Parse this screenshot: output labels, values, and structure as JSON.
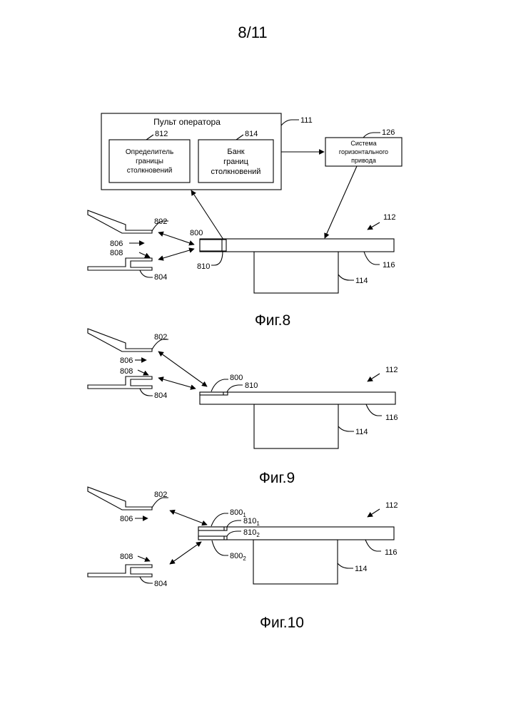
{
  "page_number": "8/11",
  "operator_console": {
    "title": "Пульт оператора",
    "ref": "111",
    "detector": {
      "ref": "812",
      "lines": [
        "Определитель",
        "границы",
        "столкновений"
      ]
    },
    "bank": {
      "ref": "814",
      "lines": [
        "Банк",
        "границ",
        "столкновений"
      ]
    }
  },
  "horizontal_drive": {
    "ref": "126",
    "lines": [
      "Система",
      "горизонтального",
      "привода"
    ]
  },
  "refs": {
    "upper_arm": "802",
    "lower_arm": "804",
    "upper_sensor": "806",
    "lower_sensor": "808",
    "object": "800",
    "object_edge": "810",
    "table": "112",
    "tabletop": "116",
    "base": "114"
  },
  "fig10_refs": {
    "object": "800",
    "edge": "810",
    "sub1": "1",
    "sub2": "2"
  },
  "captions": {
    "fig8": "Фиг.8",
    "fig9": "Фиг.9",
    "fig10": "Фиг.10"
  }
}
